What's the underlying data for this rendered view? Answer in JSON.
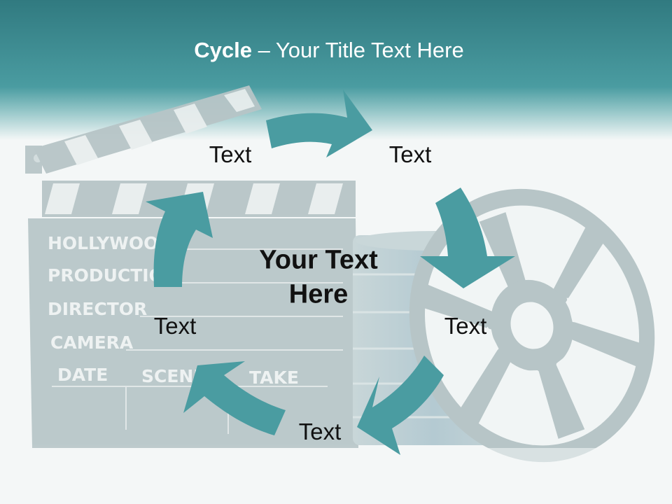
{
  "title": {
    "bold": "Cycle",
    "rest": " – Your Title Text Here"
  },
  "center_text": {
    "line1": "Your Text",
    "line2": "Here"
  },
  "items": [
    {
      "label": "Text"
    },
    {
      "label": "Text"
    },
    {
      "label": "Text"
    },
    {
      "label": "Text"
    },
    {
      "label": "Text"
    }
  ],
  "clapperboard_labels": [
    "HOLLYWOOD",
    "PRODUCTION",
    "DIRECTOR",
    "CAMERA",
    "DATE",
    "SCENE",
    "TAKE"
  ],
  "colors": {
    "header": "#3f9397",
    "arrow": "#4a9ca1",
    "background": "#f4f7f7",
    "prop": "#b9c9ca"
  }
}
